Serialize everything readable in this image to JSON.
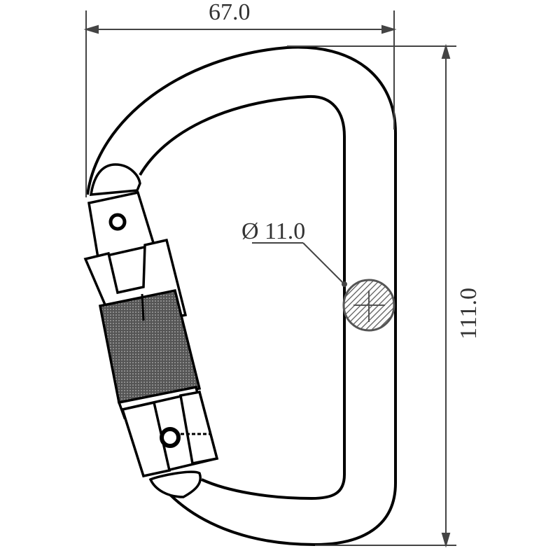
{
  "title": "Carabiner dimension drawing",
  "dimensions": {
    "width": "67.0",
    "height": "111.0",
    "diameter": "Ø 11.0"
  },
  "colors": {
    "line": "#000000",
    "dimension": "#444444",
    "knurl": "#555555"
  }
}
